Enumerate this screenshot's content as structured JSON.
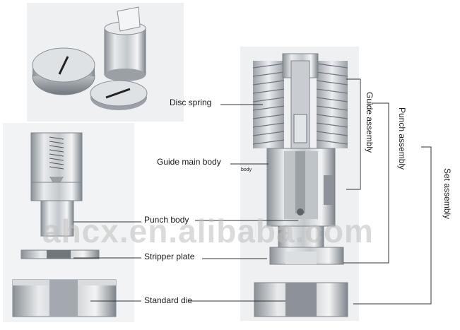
{
  "labels": {
    "disc_spring": "Disc spring",
    "guide_main_body": "Guide main body",
    "punch_body": "Punch body",
    "stripper_plate": "Stripper plate",
    "standard_die": "Standard die",
    "guide_assembly": "Guide assembly",
    "punch_assembly": "Punch assembly",
    "set_assembly": "Set assembly",
    "body_fragment": "body"
  },
  "watermark": "ahcx.en.alibaba.com",
  "colors": {
    "steel_light": "#e6e8ea",
    "steel_mid": "#b9bec3",
    "steel_dark": "#7d848b",
    "spring": "#d3d6d9",
    "line": "#333333",
    "panel": "#f0f2f3"
  }
}
